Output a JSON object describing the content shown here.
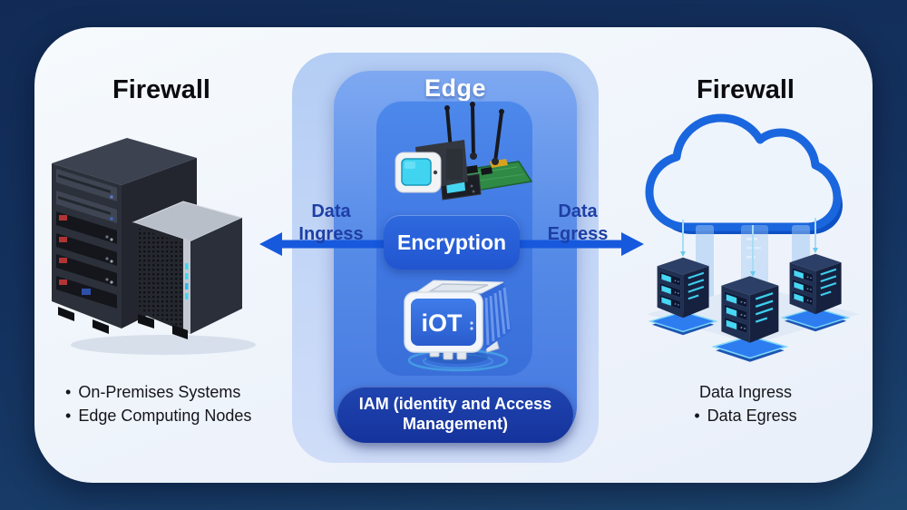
{
  "left_section": {
    "title": "Firewall",
    "items": [
      "On-Premises Systems",
      "Edge Computing Nodes"
    ]
  },
  "edge_section": {
    "title": "Edge",
    "encryption_label": "Encryption",
    "iam_label": "IAM (identity and Access Management)",
    "iot_cube_text": "iOT"
  },
  "flows": {
    "ingress_label": "Data Ingress",
    "egress_label": "Data Egress"
  },
  "right_section": {
    "title": "Firewall",
    "line1": "Data Ingress",
    "line2": "Data Egress"
  },
  "glyphs": {
    "bullet": "•"
  },
  "colors": {
    "background_navy": "#14315e",
    "panel_white": "#f1f6fb",
    "edge_column_blue": "#bfd4f6",
    "edge_panel_blue": "#5b8ee9",
    "device_box_blue": "#4178e2",
    "encryption_blue": "#2760d8",
    "iam_navy": "#1c3da9",
    "arrow_blue": "#1659dd",
    "flow_label_navy": "#1e3fa5",
    "accent_cyan": "#47d7f3"
  }
}
